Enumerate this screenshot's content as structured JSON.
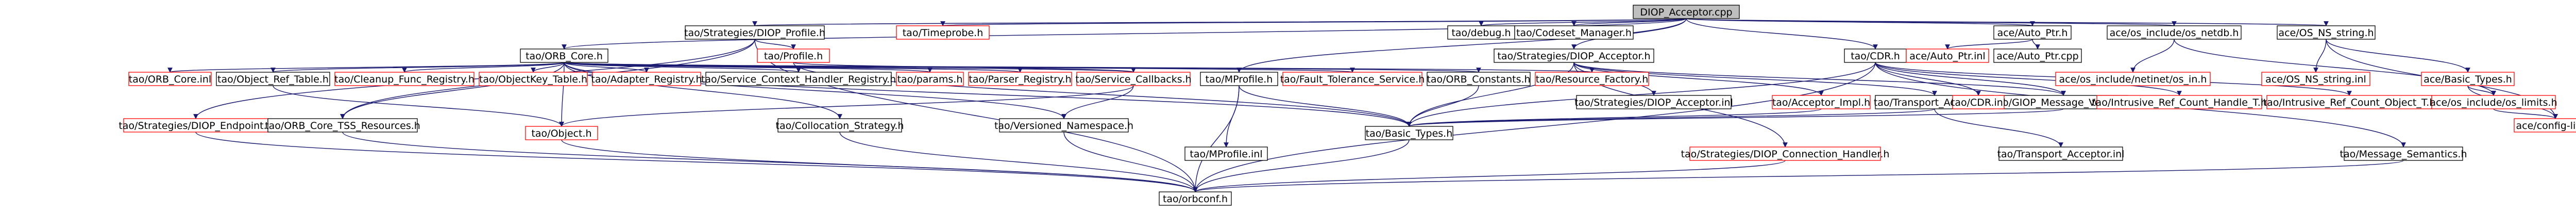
{
  "graph": {
    "nodes": [
      {
        "id": "root",
        "label": "DIOP_Acceptor.cpp",
        "style": "root"
      },
      {
        "id": "diop_profile",
        "label": "tao/Strategies/DIOP_Profile.h",
        "style": "dark"
      },
      {
        "id": "orb_core",
        "label": "tao/ORB_Core.h",
        "style": "dark"
      },
      {
        "id": "timeprobe",
        "label": "tao/Timeprobe.h",
        "style": "red"
      },
      {
        "id": "debug",
        "label": "tao/debug.h",
        "style": "dark"
      },
      {
        "id": "codeset_mgr",
        "label": "tao/Codeset_Manager.h",
        "style": "dark"
      },
      {
        "id": "diop_acceptor_h",
        "label": "tao/Strategies/DIOP_Acceptor.h",
        "style": "dark"
      },
      {
        "id": "cdr",
        "label": "tao/CDR.h",
        "style": "dark"
      },
      {
        "id": "auto_ptr",
        "label": "ace/Auto_Ptr.h",
        "style": "dark"
      },
      {
        "id": "netdb",
        "label": "ace/os_include/os_netdb.h",
        "style": "dark"
      },
      {
        "id": "os_ns_string",
        "label": "ace/OS_NS_string.h",
        "style": "dark"
      },
      {
        "id": "profile",
        "label": "tao/Profile.h",
        "style": "red"
      },
      {
        "id": "auto_ptr_inl",
        "label": "ace/Auto_Ptr.inl",
        "style": "red"
      },
      {
        "id": "auto_ptr_cpp",
        "label": "ace/Auto_Ptr.cpp",
        "style": "dark"
      },
      {
        "id": "inet",
        "label": "ace/os_include/netinet/os_in.h",
        "style": "red"
      },
      {
        "id": "os_ns_string_inl",
        "label": "ace/OS_NS_string.inl",
        "style": "red"
      },
      {
        "id": "basic_types_ace",
        "label": "ace/Basic_Types.h",
        "style": "red"
      },
      {
        "id": "orb_core_inl",
        "label": "tao/ORB_Core.inl",
        "style": "red"
      },
      {
        "id": "obj_ref_table",
        "label": "tao/Object_Ref_Table.h",
        "style": "dark"
      },
      {
        "id": "cleanup_func",
        "label": "tao/Cleanup_Func_Registry.h",
        "style": "red"
      },
      {
        "id": "objectkey_table",
        "label": "tao/ObjectKey_Table.h",
        "style": "red"
      },
      {
        "id": "adapter_reg",
        "label": "tao/Adapter_Registry.h",
        "style": "red"
      },
      {
        "id": "svc_ctx_handler",
        "label": "tao/Service_Context_Handler_Registry.h",
        "style": "dark"
      },
      {
        "id": "params",
        "label": "tao/params.h",
        "style": "red"
      },
      {
        "id": "parser_reg",
        "label": "tao/Parser_Registry.h",
        "style": "red"
      },
      {
        "id": "svc_callbacks",
        "label": "tao/Service_Callbacks.h",
        "style": "red"
      },
      {
        "id": "mprofile",
        "label": "tao/MProfile.h",
        "style": "dark"
      },
      {
        "id": "ft_service",
        "label": "tao/Fault_Tolerance_Service.h",
        "style": "red"
      },
      {
        "id": "orb_constants",
        "label": "tao/ORB_Constants.h",
        "style": "dark"
      },
      {
        "id": "resource_factory",
        "label": "tao/Resource_Factory.h",
        "style": "red"
      },
      {
        "id": "diop_endpoint",
        "label": "tao/Strategies/DIOP_Endpoint.h",
        "style": "red"
      },
      {
        "id": "orb_core_tss",
        "label": "tao/ORB_Core_TSS_Resources.h",
        "style": "dark"
      },
      {
        "id": "object_h",
        "label": "tao/Object.h",
        "style": "red"
      },
      {
        "id": "collocation",
        "label": "tao/Collocation_Strategy.h",
        "style": "dark"
      },
      {
        "id": "versioned_ns",
        "label": "tao/Versioned_Namespace.h",
        "style": "dark"
      },
      {
        "id": "mprofile_inl",
        "label": "tao/MProfile.inl",
        "style": "dark"
      },
      {
        "id": "diop_acceptor_inl",
        "label": "tao/Strategies/DIOP_Acceptor.inl",
        "style": "dark"
      },
      {
        "id": "acceptor_impl",
        "label": "tao/Acceptor_Impl.h",
        "style": "red"
      },
      {
        "id": "transport_acceptor",
        "label": "tao/Transport_Acceptor.h",
        "style": "dark"
      },
      {
        "id": "giop_message_version",
        "label": "tao/GIOP_Message_Version.h",
        "style": "dark"
      },
      {
        "id": "basic_types_tao",
        "label": "tao/Basic_Types.h",
        "style": "dark"
      },
      {
        "id": "transport_acceptor_inl",
        "label": "tao/Transport_Acceptor.inl",
        "style": "dark"
      },
      {
        "id": "diop_conn_handler",
        "label": "tao/Strategies/DIOP_Connection_Handler.h",
        "style": "red"
      },
      {
        "id": "cdr_inl",
        "label": "tao/CDR.inl",
        "style": "red"
      },
      {
        "id": "intrusive_ref",
        "label": "tao/Intrusive_Ref_Count_Handle_T.h",
        "style": "red"
      },
      {
        "id": "intrusive_ref_obj",
        "label": "tao/Intrusive_Ref_Count_Object_T.h",
        "style": "red"
      },
      {
        "id": "message_semantics",
        "label": "tao/Message_Semantics.h",
        "style": "dark"
      },
      {
        "id": "os_limits",
        "label": "ace/os_include/os_limits.h",
        "style": "red"
      },
      {
        "id": "ace_config",
        "label": "ace/config-lite.h",
        "style": "red"
      },
      {
        "id": "tao_export",
        "label": "tao/orbconf.h",
        "style": "dark"
      }
    ]
  }
}
